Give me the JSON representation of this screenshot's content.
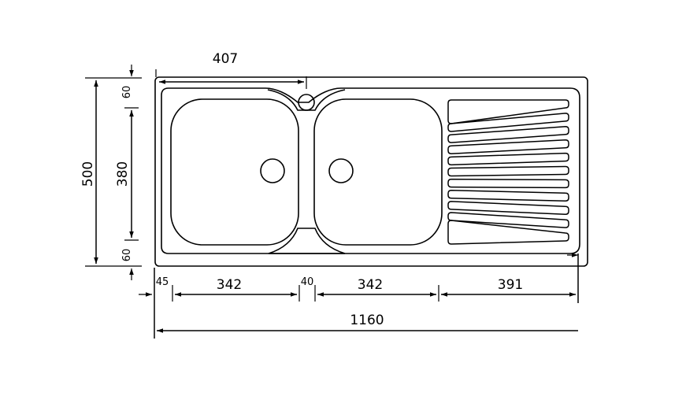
{
  "dimensions": {
    "top_width": "407",
    "total_height": "500",
    "bowl_height": "380",
    "top_margin": "60",
    "bottom_margin": "60",
    "left_margin": "45",
    "bowl1_width": "342",
    "divider_width": "40",
    "bowl2_width": "342",
    "drainer_width": "391",
    "total_width": "1160"
  },
  "colors": {
    "line": "#000000",
    "background": "#ffffff"
  }
}
